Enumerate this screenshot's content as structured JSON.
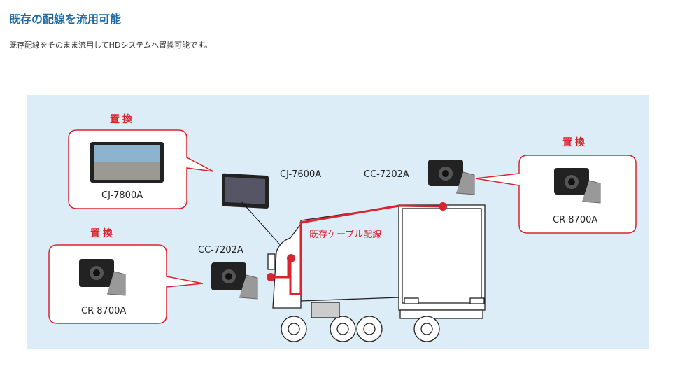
{
  "heading": "既存の配線を流用可能",
  "description": "既存配線をそのまま流用してHDシステムへ置換可能です。",
  "diagram": {
    "replace_label": "置換",
    "cable_label": "既存ケーブル配線",
    "monitor_existing": "CJ-7600A",
    "monitor_new": "CJ-7800A",
    "camera_existing_top": "CC-7202A",
    "camera_existing_front": "CC-7202A",
    "camera_new_front": "CR-8700A",
    "camera_new_top": "CR-8700A",
    "accent_color": "#d9232e"
  }
}
